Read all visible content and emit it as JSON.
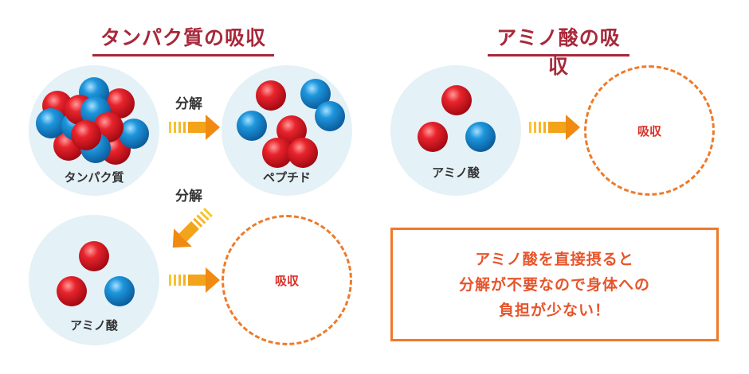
{
  "left_section": {
    "title": "タンパク質の吸収",
    "protein_label": "タンパク質",
    "peptide_label": "ペプチド",
    "amino_label": "アミノ酸",
    "step1_label": "分解",
    "step2_label": "分解",
    "absorb_label": "吸収"
  },
  "right_section": {
    "title": "アミノ酸の吸収",
    "amino_label": "アミノ酸",
    "absorb_label": "吸収"
  },
  "benefit": {
    "lines": [
      "アミノ酸を直接摂ると",
      "分解が不要なので身体への",
      "負担が少ない！"
    ]
  },
  "colors": {
    "title": "#a8283a",
    "circle_bg": "#e4f1f6",
    "red_ball": "#d8101c",
    "blue_ball": "#1a8fd6",
    "arrow": "#f29a16",
    "absorb_border": "#ee7a2a",
    "absorb_text": "#d8322a",
    "benefit_text": "#e8542a"
  },
  "icons": {
    "red_ball": "red-sphere-icon",
    "blue_ball": "blue-sphere-icon",
    "arrow": "orange-arrow-icon"
  }
}
